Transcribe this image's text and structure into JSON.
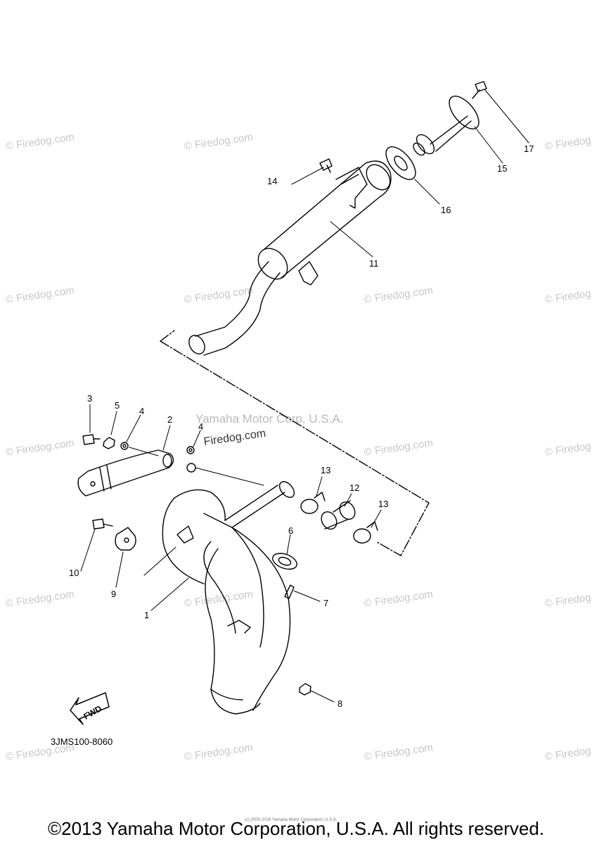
{
  "watermark": "© Firedog.com",
  "center_credit": "Yamaha Motor Corp, U.S.A.",
  "center_site": "Firedog.com",
  "diagram_code": "3JMS100-8060",
  "fwd_label": "FWD",
  "tiny_credit": "(c) 2000-2016 Yamaha Motor Corporation, U.S.A.",
  "copyright": "©2013 Yamaha Motor Corporation, U.S.A. All rights reserved.",
  "callouts": {
    "c1": "1",
    "c2": "2",
    "c3": "3",
    "c4a": "4",
    "c4b": "4",
    "c5": "5",
    "c6": "6",
    "c7": "7",
    "c8": "8",
    "c9": "9",
    "c10": "10",
    "c11": "11",
    "c12": "12",
    "c13a": "13",
    "c13b": "13",
    "c14": "14",
    "c15": "15",
    "c16": "16",
    "c17": "17"
  }
}
